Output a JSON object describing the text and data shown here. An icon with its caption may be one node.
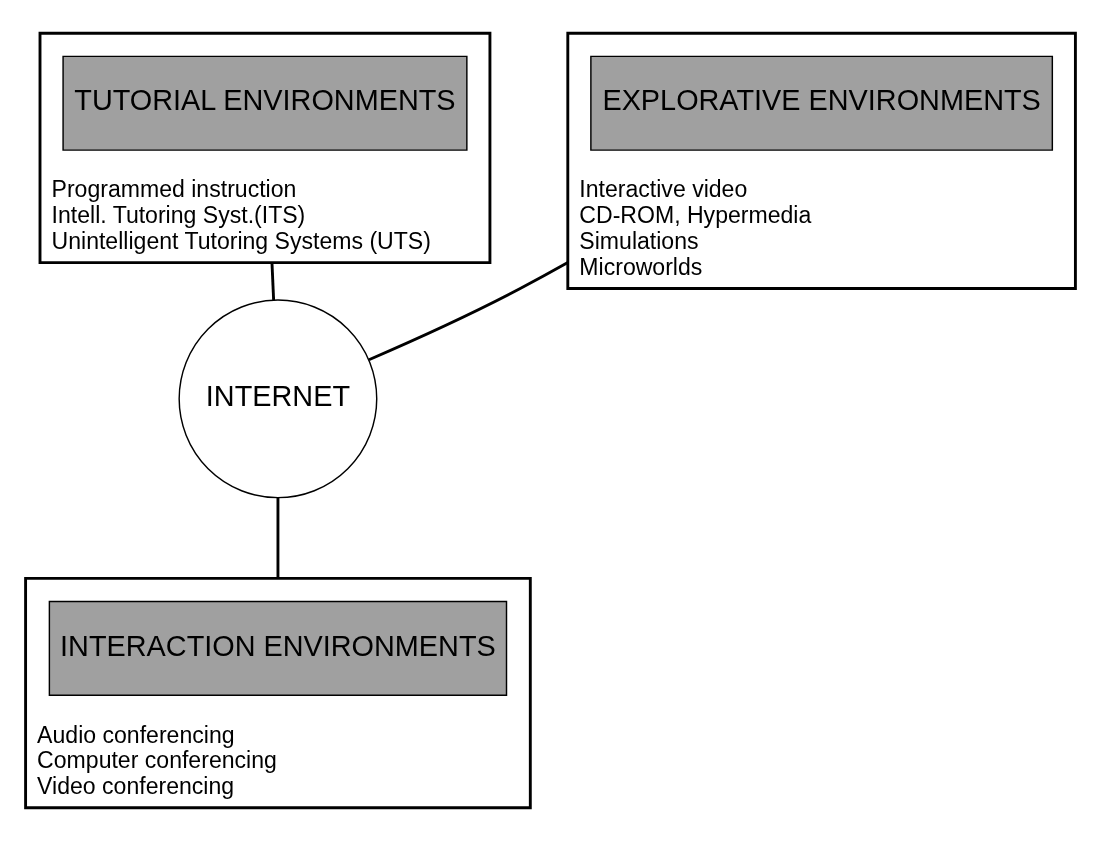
{
  "diagram": {
    "nodes": [
      {
        "text": [
          "Programmed instruction",
          "Intell. Tutoring Syst.(ITS)",
          "Unintelligent Tutoring Systems (UTS)"
        ]
      },
      {
        "text": [
          "TUTORIAL ENVIRONMENTS"
        ],
        "in": 0
      },
      {
        "text": [
          "Interactive video",
          "CD-ROM, Hypermedia",
          "Simulations",
          "Microworlds"
        ]
      },
      {
        "text": [
          "EXPLORATIVE ENVIRONMENTS"
        ],
        "in": 2
      },
      {
        "text": [
          "INTERNET"
        ]
      },
      {
        "text": [
          "Audio conferencing",
          "Computer conferencing",
          "Video conferencing"
        ]
      },
      {
        "text": [
          "INTERACTION ENVIRONMENTS"
        ],
        "in": 5
      }
    ],
    "edges": [
      {
        "from": 0,
        "to": 4,
        "arrow": "none"
      },
      {
        "from": 2,
        "to": 4,
        "arrow": "none"
      },
      {
        "from": 4,
        "to": 5,
        "arrow": "none"
      }
    ]
  }
}
